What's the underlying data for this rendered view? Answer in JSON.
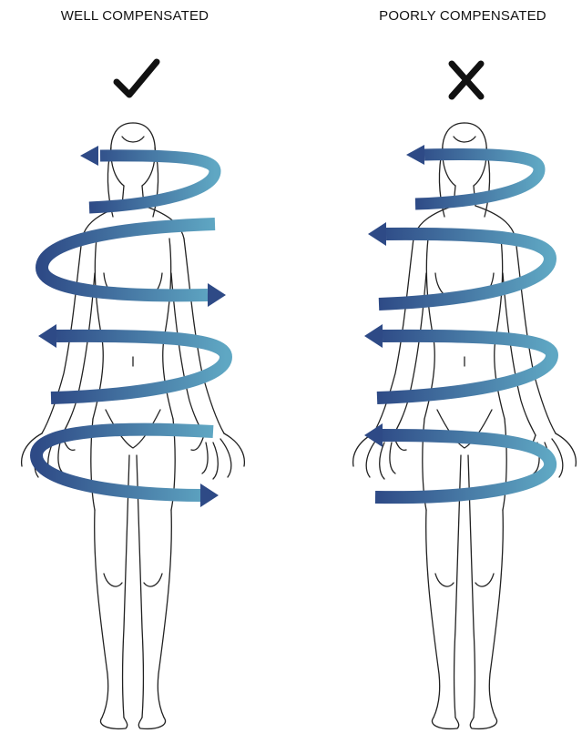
{
  "panels": [
    {
      "title": "WELL COMPENSATED",
      "mark_icon": "checkmark-icon",
      "spiral_arrow_directions": [
        "left",
        "right",
        "left",
        "right"
      ]
    },
    {
      "title": "POORLY COMPENSATED",
      "mark_icon": "cross-icon",
      "spiral_arrow_directions": [
        "left",
        "left",
        "left",
        "left"
      ]
    }
  ],
  "colors": {
    "arrow_dark": "#2e4a86",
    "arrow_light": "#5fa7c3",
    "outline": "#222222",
    "text": "#111111",
    "background": "#ffffff"
  }
}
